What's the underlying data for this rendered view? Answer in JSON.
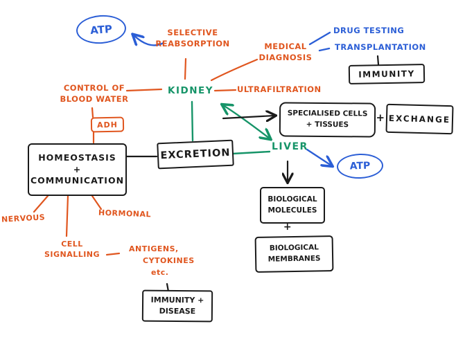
{
  "palette": {
    "orange": "#e0561f",
    "green": "#169468",
    "blue": "#2b5ed6",
    "ink": "#1a1a1a",
    "background": "#ffffff"
  },
  "nodes": {
    "atp_top": {
      "label": "ATP"
    },
    "selective_reabsorption": {
      "label": "SELECTIVE\nREABSORPTION"
    },
    "medical_diagnosis": {
      "label": "MEDICAL\nDIAGNOSIS"
    },
    "drug_testing": {
      "label": "DRUG TESTING"
    },
    "transplantation": {
      "label": "TRANSPLANTATION"
    },
    "immunity": {
      "label": "IMMUNITY"
    },
    "control_blood_water": {
      "label": "CONTROL OF\nBLOOD WATER"
    },
    "kidney": {
      "label": "KIDNEY"
    },
    "ultrafiltration": {
      "label": "ULTRAFILTRATION"
    },
    "adh": {
      "label": "ADH"
    },
    "homeostasis": {
      "label": "HOMEOSTASIS\n+\nCOMMUNICATION"
    },
    "excretion": {
      "label": "EXCRETION"
    },
    "specialised_cells": {
      "label": "SPECIALISED CELLS\n+ TISSUES"
    },
    "plus_cells_exchange": {
      "label": "+"
    },
    "exchange": {
      "label": "EXCHANGE"
    },
    "liver": {
      "label": "LIVER"
    },
    "atp_liver": {
      "label": "ATP"
    },
    "biological_molecules": {
      "label": "BIOLOGICAL\nMOLECULES"
    },
    "plus_molecules_membranes": {
      "label": "+"
    },
    "biological_membranes": {
      "label": "BIOLOGICAL\nMEMBRANES"
    },
    "nervous": {
      "label": "NERVOUS"
    },
    "hormonal": {
      "label": "HORMONAL"
    },
    "cell_signalling": {
      "label": "CELL\nSIGNALLING"
    },
    "antigens_cytokines": {
      "lines": [
        "ANTIGENS,",
        "CYTOKINES",
        "etc."
      ]
    },
    "immunity_disease": {
      "label": "IMMUNITY +\nDISEASE"
    }
  },
  "edges": [
    {
      "from": "selective_reabsorption",
      "to": "atp_top",
      "color": "blue",
      "arrow": "end"
    },
    {
      "from": "kidney",
      "to": "selective_reabsorption",
      "color": "orange",
      "arrow": "none"
    },
    {
      "from": "kidney",
      "to": "medical_diagnosis",
      "color": "orange",
      "arrow": "none"
    },
    {
      "from": "medical_diagnosis",
      "to": "drug_testing",
      "color": "blue",
      "arrow": "none"
    },
    {
      "from": "medical_diagnosis",
      "to": "transplantation",
      "color": "blue",
      "arrow": "none"
    },
    {
      "from": "transplantation",
      "to": "immunity",
      "color": "ink",
      "arrow": "none"
    },
    {
      "from": "control_blood_water",
      "to": "kidney",
      "color": "orange",
      "arrow": "none"
    },
    {
      "from": "kidney",
      "to": "ultrafiltration",
      "color": "orange",
      "arrow": "none"
    },
    {
      "from": "control_blood_water",
      "to": "adh",
      "color": "orange",
      "arrow": "none"
    },
    {
      "from": "adh",
      "to": "homeostasis",
      "color": "orange",
      "arrow": "none"
    },
    {
      "from": "homeostasis",
      "to": "excretion",
      "color": "ink",
      "arrow": "none"
    },
    {
      "from": "kidney",
      "to": "excretion",
      "color": "green",
      "arrow": "none"
    },
    {
      "from": "kidney",
      "to": "liver",
      "color": "green",
      "arrow": "both"
    },
    {
      "from": "excretion",
      "to": "specialised_cells",
      "color": "ink",
      "arrow": "end"
    },
    {
      "from": "excretion",
      "to": "liver",
      "color": "green",
      "arrow": "none"
    },
    {
      "from": "liver",
      "to": "atp_liver",
      "color": "blue",
      "arrow": "end"
    },
    {
      "from": "liver",
      "to": "biological_molecules",
      "color": "ink",
      "arrow": "end"
    },
    {
      "from": "homeostasis",
      "to": "nervous",
      "color": "orange",
      "arrow": "none"
    },
    {
      "from": "homeostasis",
      "to": "cell_signalling",
      "color": "orange",
      "arrow": "none"
    },
    {
      "from": "homeostasis",
      "to": "hormonal",
      "color": "orange",
      "arrow": "none"
    },
    {
      "from": "cell_signalling",
      "to": "antigens_cytokines",
      "color": "orange",
      "arrow": "none"
    },
    {
      "from": "antigens_cytokines",
      "to": "immunity_disease",
      "color": "ink",
      "arrow": "none"
    }
  ]
}
